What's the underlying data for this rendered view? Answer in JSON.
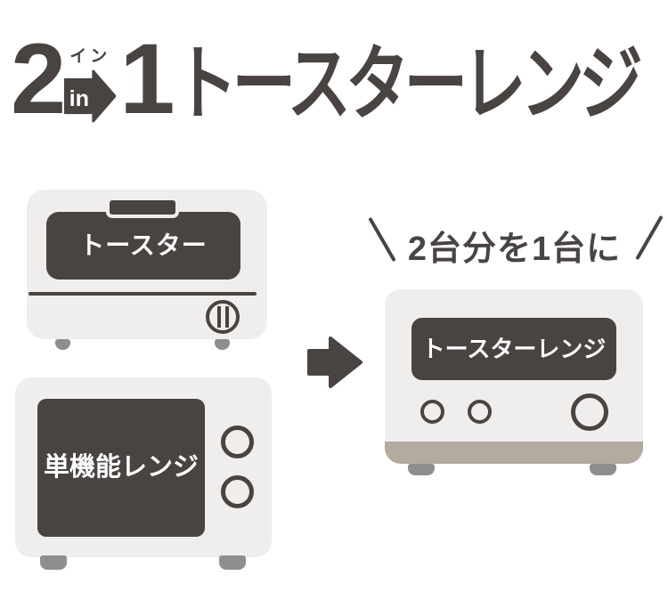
{
  "title": {
    "left_number": "2",
    "in_furigana": "イン",
    "in_label": "in",
    "right_number": "1",
    "product": "トースターレンジ"
  },
  "before": {
    "toaster_label": "トースター",
    "microwave_label": "単機能レンジ"
  },
  "after": {
    "heading": "2台分を1台に",
    "combined_label": "トースターレンジ"
  },
  "icons": {
    "in_arrow": "right-arrow-with-in",
    "merge_arrow": "right-arrow",
    "toaster_dial": "dial-with-vertical-bars",
    "knobs": "circle-knob"
  },
  "colors": {
    "ink": "#494442",
    "appliance_body": "#efeeed",
    "base_strip": "#b3aaa0",
    "feet": "#8e8e8e",
    "label_text": "#ffffff",
    "background": "#ffffff"
  }
}
